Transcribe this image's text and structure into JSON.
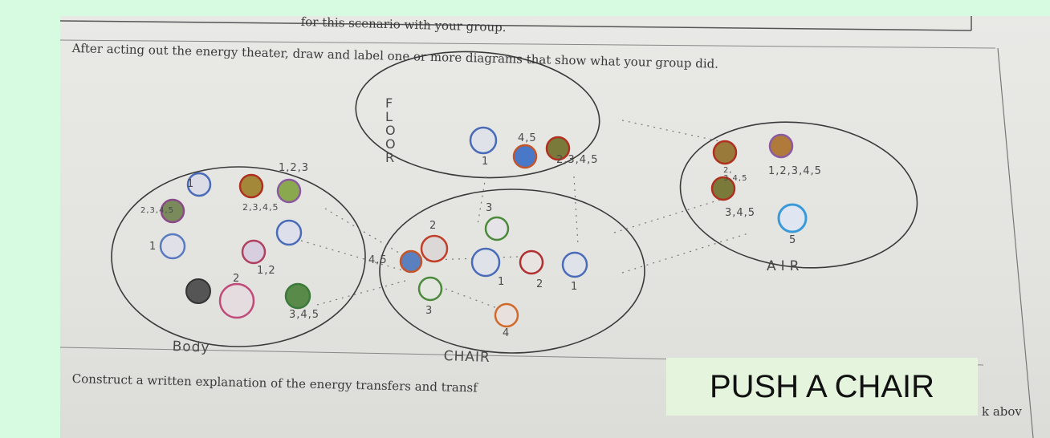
{
  "worksheet": {
    "top_fragment": "for this scenario with your group.",
    "instruction": "After acting out the energy theater, draw and label one or more diagrams that show what your group did.",
    "explanation_prompt": "Construct a written explanation of the energy transfers and transf",
    "cut_off_word": "k abov"
  },
  "diagram": {
    "regions": {
      "body": "Body",
      "chair": "CHAIR",
      "floor": "F L O O R",
      "air": "AIR"
    },
    "numbers": {
      "body_1": "1",
      "body_123": "1,2,3",
      "body_2345": "2,3,4,5",
      "body_left": "2,3,4,5",
      "body_1b": "1",
      "body_12": "1,2",
      "body_2": "2",
      "body_345": "3,4,5",
      "floor_1": "1",
      "floor_45": "4,5",
      "floor_2345": "2,3,4,5",
      "chair_2": "2",
      "chair_3top": "3",
      "chair_45": "4,5",
      "chair_1": "1",
      "chair_2b": "2",
      "chair_1b": "1",
      "chair_3": "3",
      "chair_4": "4",
      "air_2345": "2, 3,4,5",
      "air_12345": "1,2,3,4,5",
      "air_345": "3,4,5",
      "air_5": "5"
    }
  },
  "caption": {
    "text": "PUSH A CHAIR",
    "background": "#e5f5dd"
  },
  "colors": {
    "page_background": "#d7fbe0",
    "paper": "#e6e6e2"
  }
}
